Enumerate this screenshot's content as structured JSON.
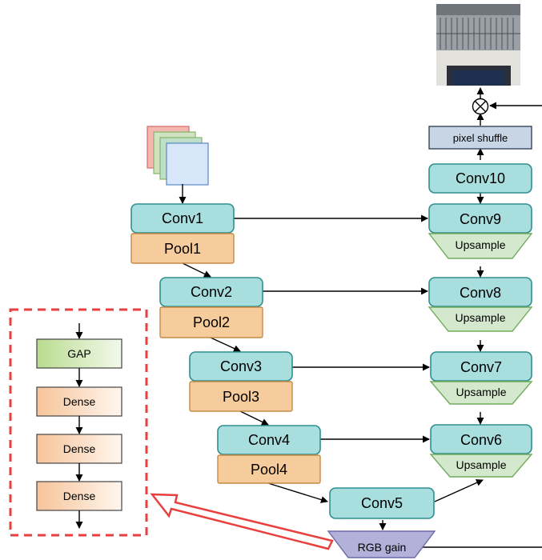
{
  "input_stack_colors": [
    "#f4b8b0",
    "#cfe3c0",
    "#bfe0c8",
    "#d7e6f8"
  ],
  "encoder": [
    {
      "conv": "Conv1",
      "pool": "Pool1"
    },
    {
      "conv": "Conv2",
      "pool": "Pool2"
    },
    {
      "conv": "Conv3",
      "pool": "Pool3"
    },
    {
      "conv": "Conv4",
      "pool": "Pool4"
    }
  ],
  "bottleneck": {
    "conv": "Conv5",
    "gain": "RGB gain"
  },
  "decoder": [
    {
      "conv": "Conv6",
      "up": "Upsample"
    },
    {
      "conv": "Conv7",
      "up": "Upsample"
    },
    {
      "conv": "Conv8",
      "up": "Upsample"
    },
    {
      "conv": "Conv9",
      "up": "Upsample"
    },
    {
      "conv": "Conv10"
    }
  ],
  "pixel_shuffle": "pixel shuffle",
  "multiply_symbol": "⊗",
  "gain_branch": [
    "GAP",
    "Dense",
    "Dense",
    "Dense"
  ],
  "colors": {
    "conv_fill": "#a9dede",
    "pool_fill": "#f7cc9c",
    "upsample_fill": "#d3e8cd",
    "gain_fill": "#b3b0d9",
    "pixel_shuffle_fill": "#c7d5e5",
    "dashed_border": "#e8403f",
    "big_arrow": "#e8403f"
  }
}
